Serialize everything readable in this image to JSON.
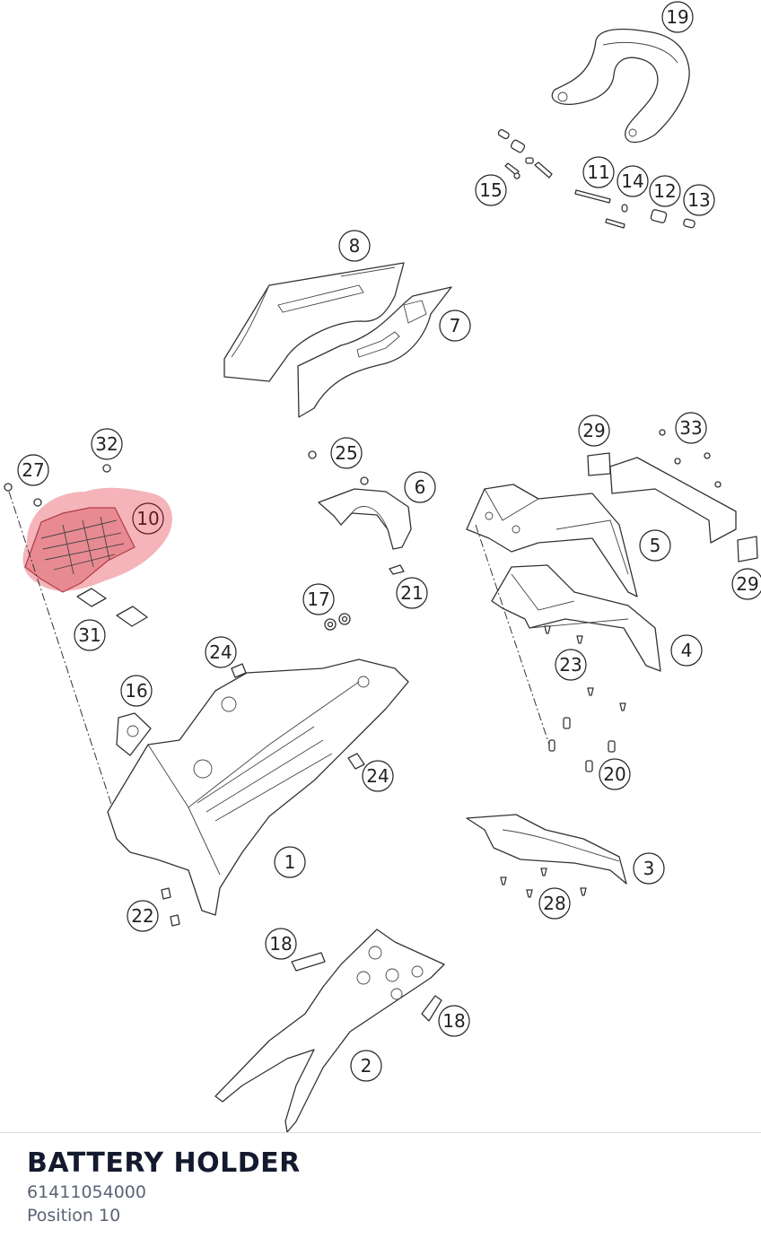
{
  "diagram": {
    "callouts": [
      {
        "label": "19"
      },
      {
        "label": "11"
      },
      {
        "label": "14"
      },
      {
        "label": "12"
      },
      {
        "label": "13"
      },
      {
        "label": "15"
      },
      {
        "label": "8"
      },
      {
        "label": "7"
      },
      {
        "label": "29"
      },
      {
        "label": "33"
      },
      {
        "label": "32"
      },
      {
        "label": "27"
      },
      {
        "label": "10"
      },
      {
        "label": "25"
      },
      {
        "label": "6"
      },
      {
        "label": "5"
      },
      {
        "label": "29"
      },
      {
        "label": "21"
      },
      {
        "label": "17"
      },
      {
        "label": "31"
      },
      {
        "label": "4"
      },
      {
        "label": "23"
      },
      {
        "label": "24"
      },
      {
        "label": "16"
      },
      {
        "label": "24"
      },
      {
        "label": "20"
      },
      {
        "label": "1"
      },
      {
        "label": "3"
      },
      {
        "label": "28"
      },
      {
        "label": "22"
      },
      {
        "label": "18"
      },
      {
        "label": "18"
      },
      {
        "label": "2"
      }
    ],
    "highlighted_label": "10",
    "highlight_color": "#e88a92"
  },
  "part": {
    "name": "BATTERY HOLDER",
    "number": "61411054000",
    "position": "Position 10"
  }
}
